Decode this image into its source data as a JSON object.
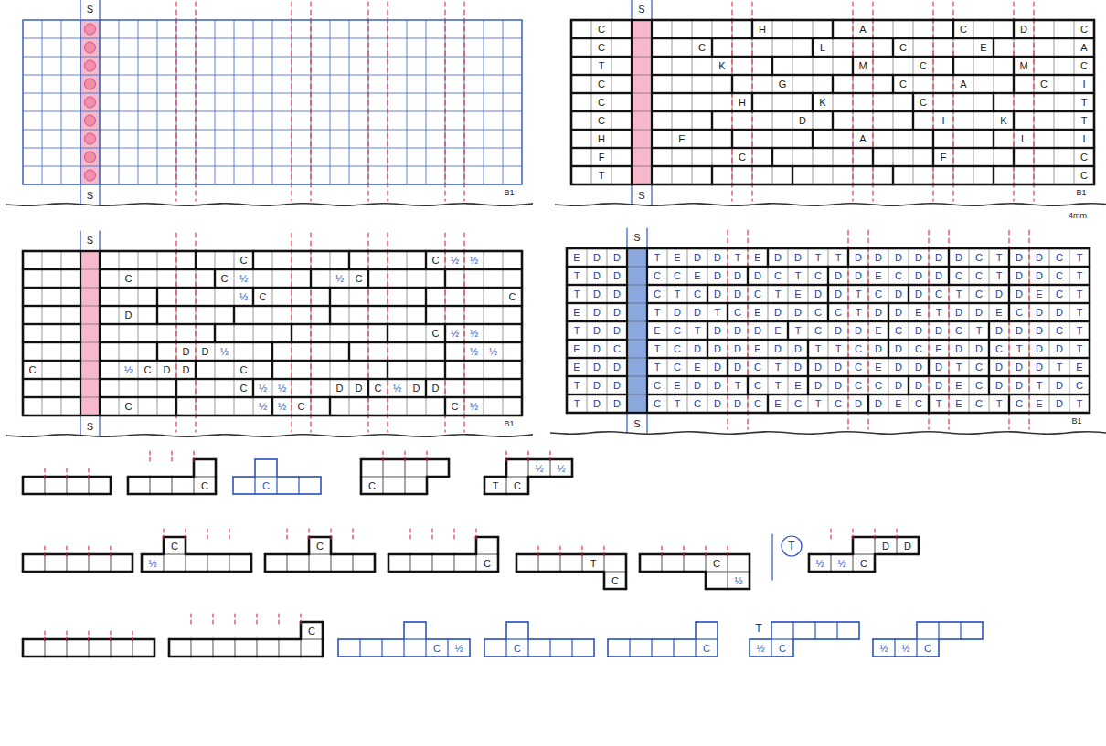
{
  "diagram": {
    "labels": [
      "S",
      "S",
      "B1",
      "S",
      "S",
      "B1",
      "4mm",
      "C",
      "C",
      "T",
      "C",
      "C",
      "C",
      "H",
      "F",
      "T",
      "C",
      "A",
      "C",
      "I",
      "T",
      "T",
      "I",
      "C",
      "C",
      "H",
      "A",
      "C",
      "D",
      "C",
      "L",
      "C",
      "E",
      "K",
      "M",
      "C",
      "M",
      "G",
      "C",
      "A",
      "C",
      "H",
      "K",
      "C",
      "D",
      "I",
      "K",
      "E",
      "A",
      "L",
      "C",
      "F",
      "S",
      "S",
      "B1",
      "C",
      "C",
      "½",
      "½",
      "C",
      "C",
      "½",
      "½",
      "C",
      "½",
      "C",
      "C",
      "D",
      "C",
      "½",
      "½",
      "D",
      "D",
      "½",
      "½",
      "½",
      "C",
      "½",
      "C",
      "D",
      "D",
      "C",
      "C",
      "½",
      "½",
      "D",
      "D",
      "C",
      "½",
      "D",
      "D",
      "C",
      "½",
      "½",
      "C",
      "C",
      "½",
      "S",
      "S",
      "B1",
      "E",
      "D",
      "D",
      "T",
      "E",
      "D",
      "D",
      "T",
      "E",
      "D",
      "D",
      "T",
      "T",
      "D",
      "D",
      "D",
      "D",
      "D",
      "D",
      "C",
      "T",
      "D",
      "D",
      "C",
      "T",
      "T",
      "D",
      "D",
      "C",
      "C",
      "E",
      "D",
      "D",
      "D",
      "C",
      "T",
      "C",
      "D",
      "D",
      "E",
      "C",
      "D",
      "D",
      "C",
      "C",
      "T",
      "D",
      "D",
      "C",
      "T",
      "T",
      "D",
      "D",
      "C",
      "T",
      "C",
      "D",
      "D",
      "C",
      "T",
      "E",
      "D",
      "D",
      "T",
      "C",
      "D",
      "D",
      "C",
      "T",
      "C",
      "D",
      "D",
      "E",
      "C",
      "T",
      "E",
      "D",
      "D",
      "T",
      "D",
      "D",
      "T",
      "C",
      "E",
      "D",
      "D",
      "C",
      "C",
      "T",
      "D",
      "D",
      "E",
      "T",
      "D",
      "D",
      "E",
      "C",
      "D",
      "D",
      "T",
      "T",
      "D",
      "D",
      "E",
      "C",
      "T",
      "D",
      "D",
      "D",
      "E",
      "T",
      "C",
      "D",
      "D",
      "E",
      "C",
      "D",
      "D",
      "C",
      "T",
      "D",
      "D",
      "D",
      "C",
      "T",
      "E",
      "D",
      "C",
      "T",
      "C",
      "D",
      "D",
      "D",
      "E",
      "D",
      "D",
      "T",
      "T",
      "C",
      "D",
      "D",
      "C",
      "E",
      "D",
      "D",
      "C",
      "T",
      "D",
      "D",
      "T",
      "E",
      "D",
      "D",
      "T",
      "C",
      "E",
      "D",
      "D",
      "C",
      "T",
      "D",
      "D",
      "D",
      "C",
      "E",
      "D",
      "D",
      "D",
      "T",
      "C",
      "D",
      "D",
      "D",
      "T",
      "E",
      "T",
      "D",
      "D",
      "C",
      "E",
      "D",
      "D",
      "T",
      "C",
      "T",
      "E",
      "D",
      "D",
      "C",
      "C",
      "D",
      "D",
      "D",
      "E",
      "C",
      "D",
      "D",
      "T",
      "D",
      "C",
      "T",
      "D",
      "D",
      "C",
      "T",
      "C",
      "D",
      "D",
      "C",
      "E",
      "C",
      "T",
      "C",
      "D",
      "D",
      "E",
      "C",
      "T",
      "E",
      "C",
      "T",
      "C",
      "E",
      "D",
      "T",
      "C",
      "C",
      "C",
      "T",
      "C",
      "½",
      "½",
      "½",
      "C",
      "C",
      "C",
      "T",
      "C",
      "C",
      "½",
      "T",
      "½",
      "½",
      "C",
      "D",
      "D",
      "C",
      "C",
      "½",
      "C",
      "C",
      "T",
      "½",
      "C",
      "½",
      "½",
      "C"
    ]
  }
}
